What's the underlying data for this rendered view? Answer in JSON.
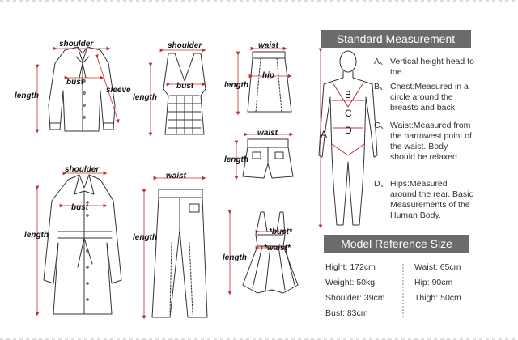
{
  "labels": {
    "shoulder": "shoulder",
    "bust": "bust",
    "length": "length",
    "sleeve": "sleeve",
    "waist": "waist",
    "hip": "hip",
    "bust_marked": "*bust*",
    "waist_marked": "*waist*"
  },
  "standard": {
    "title": "Standard Measurement",
    "letters": {
      "a": "A",
      "b": "B",
      "c": "C",
      "d": "D"
    },
    "items": [
      {
        "key": "A、",
        "text": "Vertical height head to toe."
      },
      {
        "key": "B、",
        "text": "Chest:Measured in a circle around the breasts and back."
      },
      {
        "key": "C、",
        "text": "Waist:Measured from the narrowest point of the waist. Body should be relaxed."
      },
      {
        "key": "D、",
        "text": "Hips:Measured around the rear. Basic Measurements of the Human Body."
      }
    ]
  },
  "model": {
    "title": "Model Reference Size",
    "left": [
      "Hight: 172cm",
      "Weight: 50kg",
      "Shoulder: 39cm",
      "Bust: 83cm"
    ],
    "right": [
      "Waist: 65cm",
      "Hip: 90cm",
      "Thigh: 50cm"
    ]
  }
}
